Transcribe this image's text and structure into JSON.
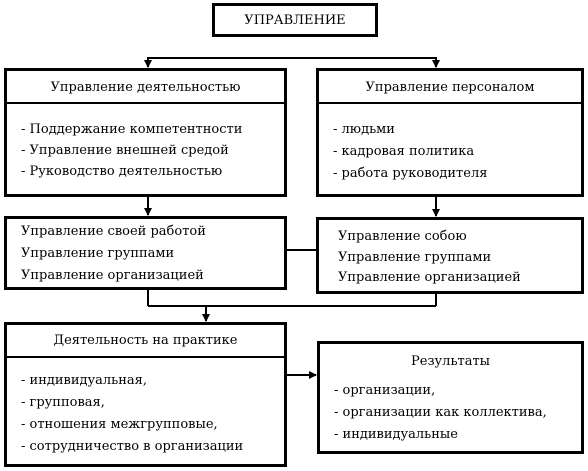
{
  "root": {
    "title": "УПРАВЛЕНИЕ"
  },
  "activity_mgmt": {
    "title": "Управление деятельностью",
    "items": [
      "- Поддержание компетентности",
      "- Управление внешней средой",
      "- Руководство деятельностью"
    ]
  },
  "personnel_mgmt": {
    "title": "Управление персоналом",
    "items": [
      "- людьми",
      "- кадровая политика",
      "- работа руководителя"
    ]
  },
  "own_work": {
    "items": [
      "Управление своей работой",
      "Управление группами",
      "Управление организацией"
    ]
  },
  "self_mgmt": {
    "items": [
      "Управление собою",
      "Управление группами",
      "Управление организацией"
    ]
  },
  "practice": {
    "title": "Деятельность на практике",
    "items": [
      "- индивидуальная,",
      "- групповая,",
      "- отношения межгрупповые,",
      "- сотрудничество в организации"
    ]
  },
  "results": {
    "title": "Результаты",
    "items": [
      "- организации,",
      "- организации как коллектива,",
      "- индивидуальные"
    ]
  },
  "colors": {
    "line": "#000000",
    "background": "#ffffff"
  }
}
